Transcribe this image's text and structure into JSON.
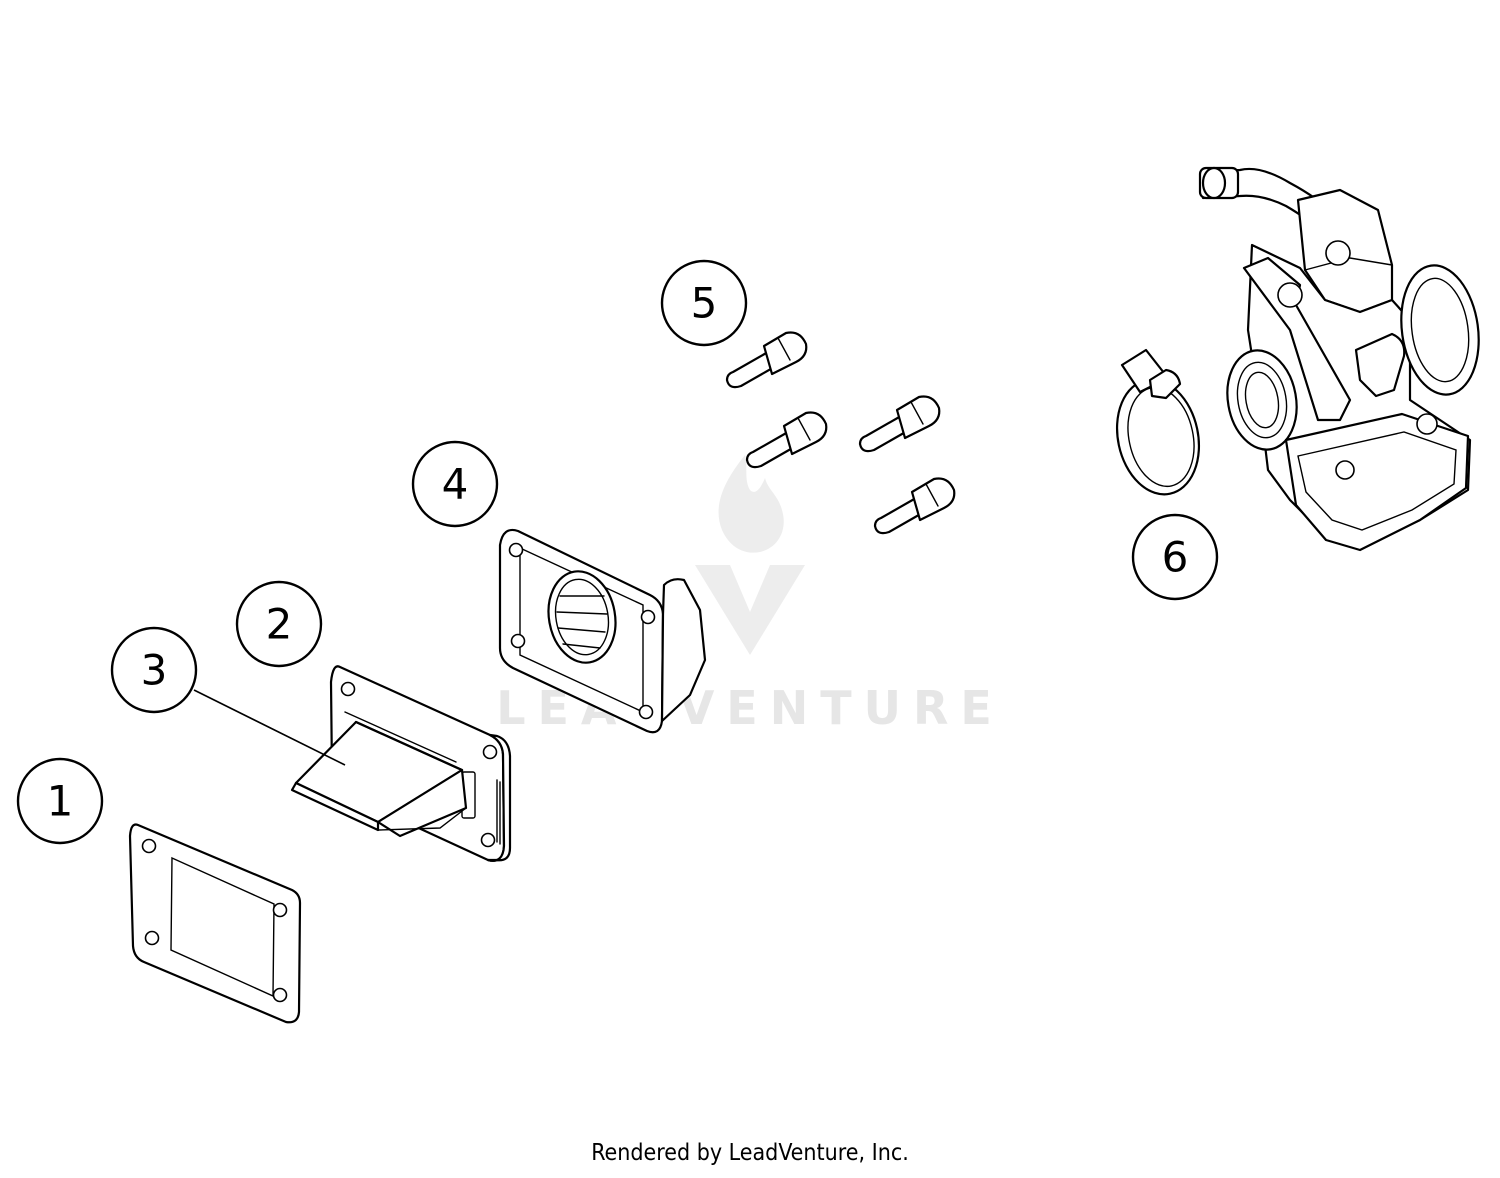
{
  "callouts": [
    {
      "label": "1",
      "part": "gasket"
    },
    {
      "label": "2",
      "part": "reed-valve-block"
    },
    {
      "label": "3",
      "part": "reed-petals"
    },
    {
      "label": "4",
      "part": "intake-flange"
    },
    {
      "label": "5",
      "part": "flange-bolts"
    },
    {
      "label": "6",
      "part": "hose-clamp"
    }
  ],
  "watermark": {
    "text": "LEADVENTURE"
  },
  "footer": {
    "text": "Rendered by LeadVenture, Inc."
  }
}
